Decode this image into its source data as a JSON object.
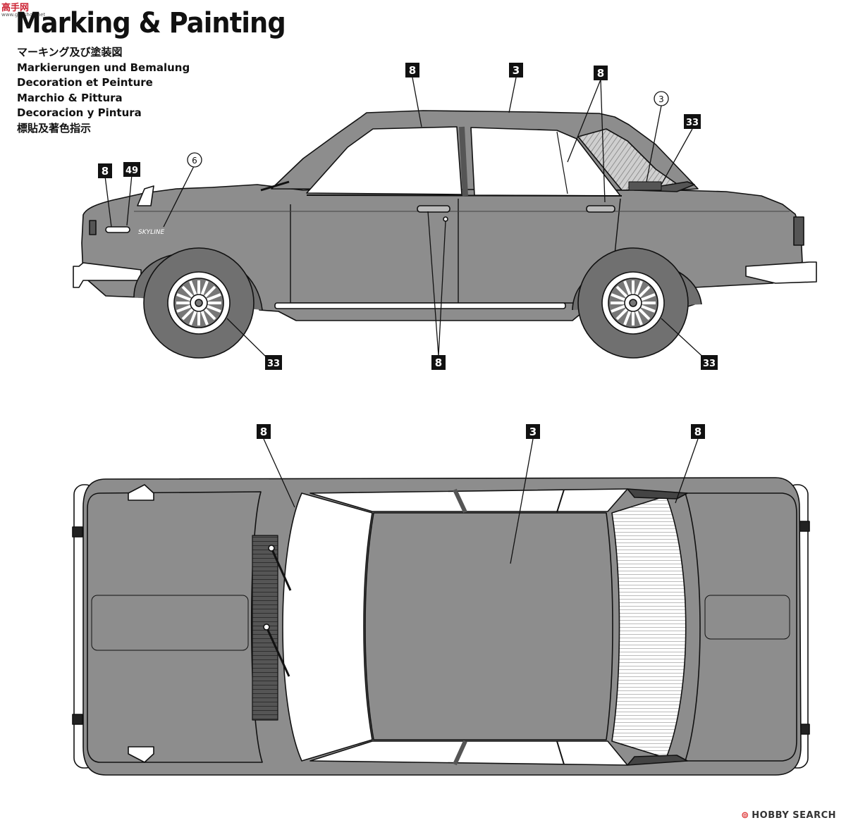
{
  "header": {
    "watermark": "高手网",
    "watermark_sub": "www.gaoshou.net",
    "title": "Marking & Painting",
    "subtitles": [
      "マーキング及び塗装図",
      "Markierungen und Bemalung",
      "Decoration et Peinture",
      "Marchio & Pittura",
      "Decoracion y Pintura",
      "標貼及著色指示"
    ]
  },
  "side_view": {
    "callouts": {
      "roof_trim_8": "8",
      "roof_3": "3",
      "window_trim_8": "8",
      "rear_pillar_3": "3",
      "rear_pillar_33": "33",
      "front_8": "8",
      "front_49": "49",
      "emblem_6": "6",
      "front_wheel_33": "33",
      "door_handles_8": "8",
      "rear_wheel_33": "33"
    },
    "emblem_text": "SKYLINE"
  },
  "top_view": {
    "callouts": {
      "left_8": "8",
      "center_3": "3",
      "right_8": "8"
    }
  },
  "footer": {
    "logo_symbol": "⊚",
    "brand": "HOBBY SEARCH"
  },
  "colors": {
    "body_gray": "#8d8d8d",
    "dark_gray": "#6f6f6f",
    "glass": "#ffffff",
    "line": "#111111"
  }
}
